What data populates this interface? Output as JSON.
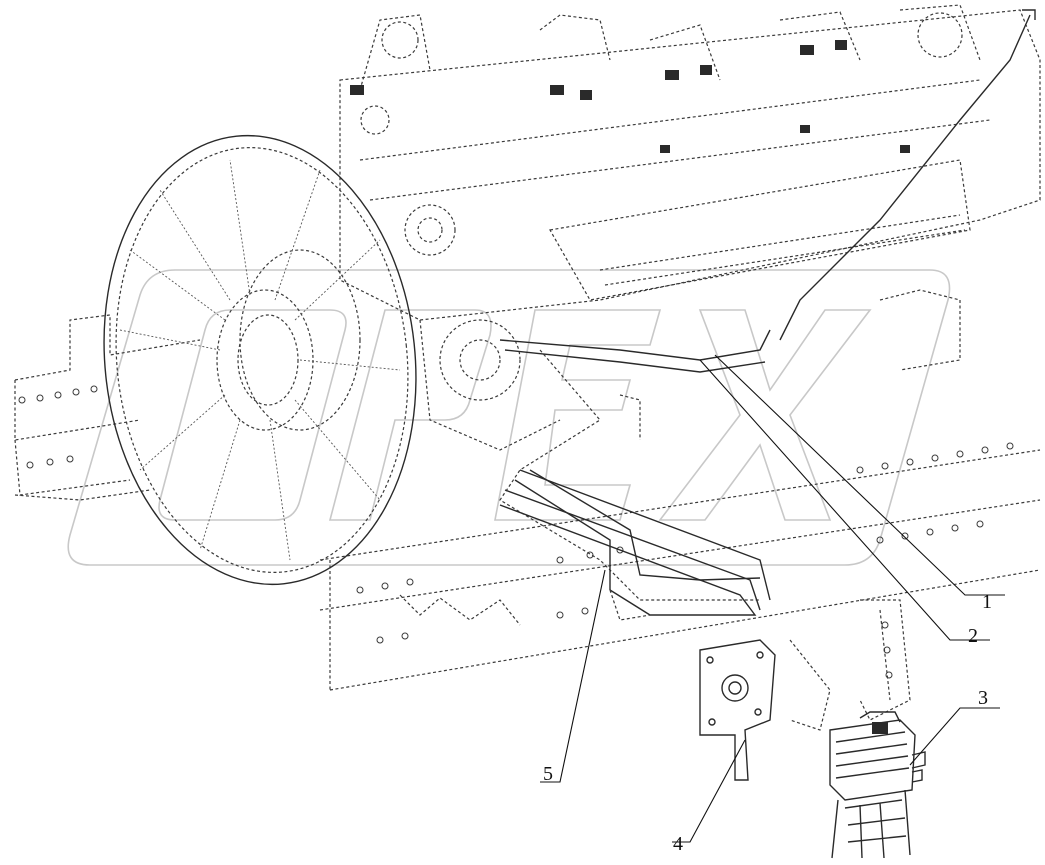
{
  "watermark": {
    "text": "OPEX",
    "color": "#c8c8c8"
  },
  "callouts": [
    {
      "id": "1",
      "label": "1"
    },
    {
      "id": "2",
      "label": "2"
    },
    {
      "id": "3",
      "label": "3"
    },
    {
      "id": "4",
      "label": "4"
    },
    {
      "id": "5",
      "label": "5"
    }
  ],
  "colors": {
    "line": "#2a2a2a",
    "background": "#ffffff"
  }
}
